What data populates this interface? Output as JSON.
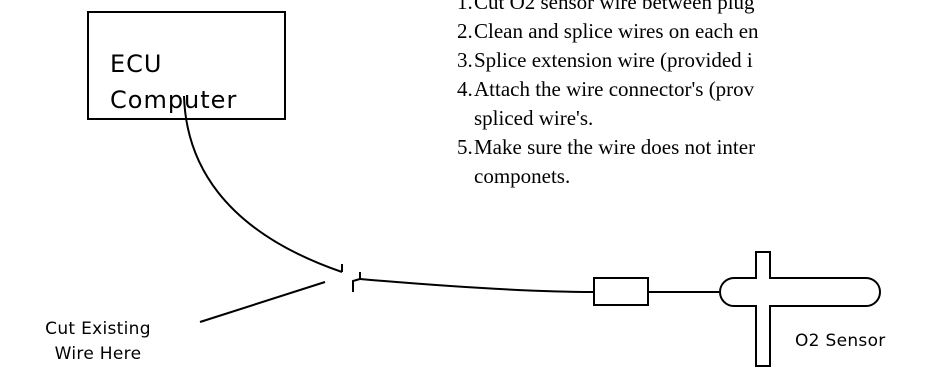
{
  "ecu": {
    "line1": "ECU",
    "line2": "Computer"
  },
  "cut_label": {
    "line1": "Cut Existing",
    "line2": "Wire Here"
  },
  "sensor_label": "O2 Sensor",
  "instructions": [
    {
      "num": "1.",
      "text": "Cut O2 sensor wire between plug"
    },
    {
      "num": "2.",
      "text": "Clean and splice wires on each en"
    },
    {
      "num": "3.",
      "text": "Splice extension wire (provided i"
    },
    {
      "num": "4.",
      "text": "Attach the wire connector's (prov"
    },
    {
      "num": "",
      "text": "spliced wire's."
    },
    {
      "num": "5.",
      "text": "Make sure the wire does not inter"
    },
    {
      "num": "",
      "text": "componets."
    }
  ]
}
